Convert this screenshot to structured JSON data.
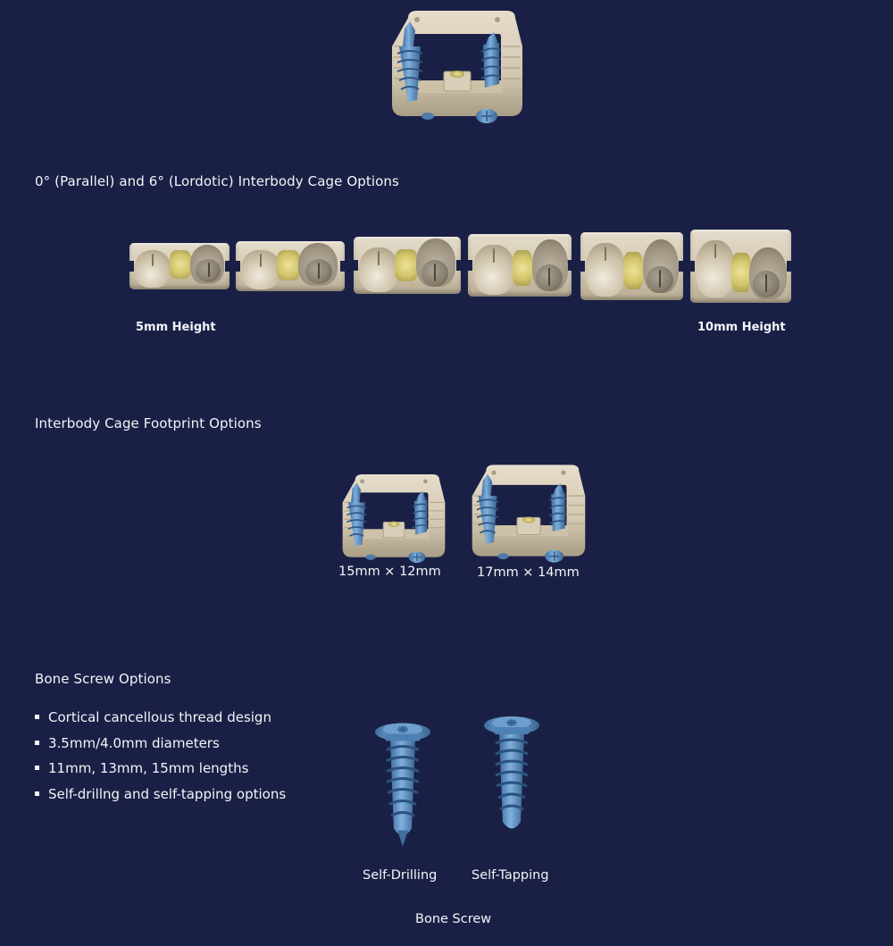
{
  "colors": {
    "background": "#1a2045",
    "text": "#f4f4f8",
    "implant_peek": "#d7cdb8",
    "screw_blue": "#5b8fc4",
    "titanium_gold": "#d9cc72"
  },
  "hero": {
    "image": "interbody-cage-with-screws-top-view"
  },
  "section_height": {
    "heading": "0° (Parallel) and 6° (Lordotic) Interbody Cage Options",
    "images": [
      "cage-5mm",
      "cage-6mm",
      "cage-7mm",
      "cage-8mm",
      "cage-9mm",
      "cage-10mm"
    ],
    "min_label": "5mm Height",
    "max_label": "10mm Height"
  },
  "section_footprint": {
    "heading": "Interbody Cage Footprint Options",
    "options": [
      {
        "label": "15mm × 12mm"
      },
      {
        "label": "17mm × 14mm"
      }
    ]
  },
  "section_screws": {
    "heading": "Bone Screw Options",
    "bullets": [
      "Cortical cancellous thread design",
      "3.5mm/4.0mm diameters",
      "11mm, 13mm, 15mm lengths",
      "Self-drillng and self-tapping options"
    ],
    "screws": [
      {
        "label": "Self-Drilling"
      },
      {
        "label": "Self-Tapping"
      }
    ],
    "caption": "Bone Screw"
  }
}
